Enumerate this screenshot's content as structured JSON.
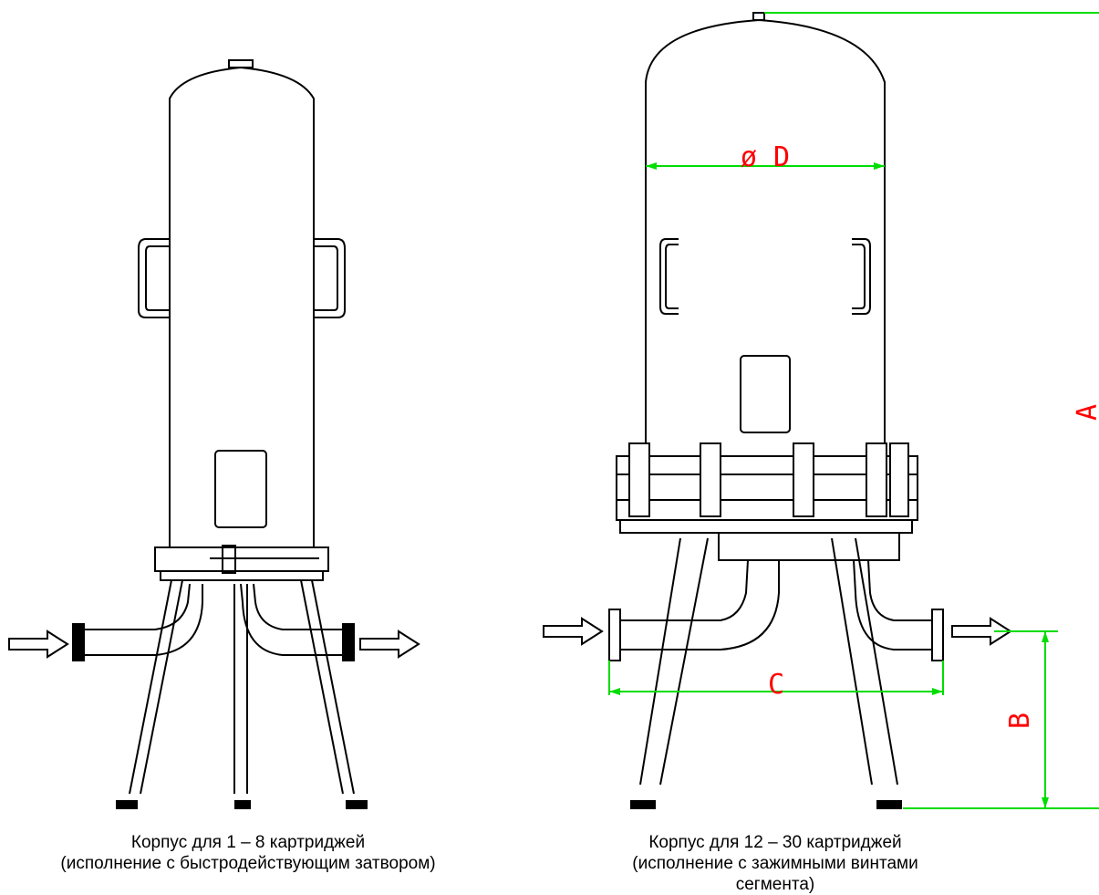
{
  "figures": {
    "left": {
      "caption_line1": "Корпус для 1 – 8 картриджей",
      "caption_line2": "(исполнение с быстродействующим затвором)"
    },
    "right": {
      "caption_line1": "Корпус для 12 – 30 картриджей",
      "caption_line2": "(исполнение с зажимными винтами сегмента)"
    }
  },
  "dimensions": {
    "diameter": "ø D",
    "width": "C",
    "height": "B",
    "total_height": "A"
  },
  "colors": {
    "outline": "#000000",
    "dimension_line": "#00dd00",
    "dimension_text": "#ff0000"
  }
}
